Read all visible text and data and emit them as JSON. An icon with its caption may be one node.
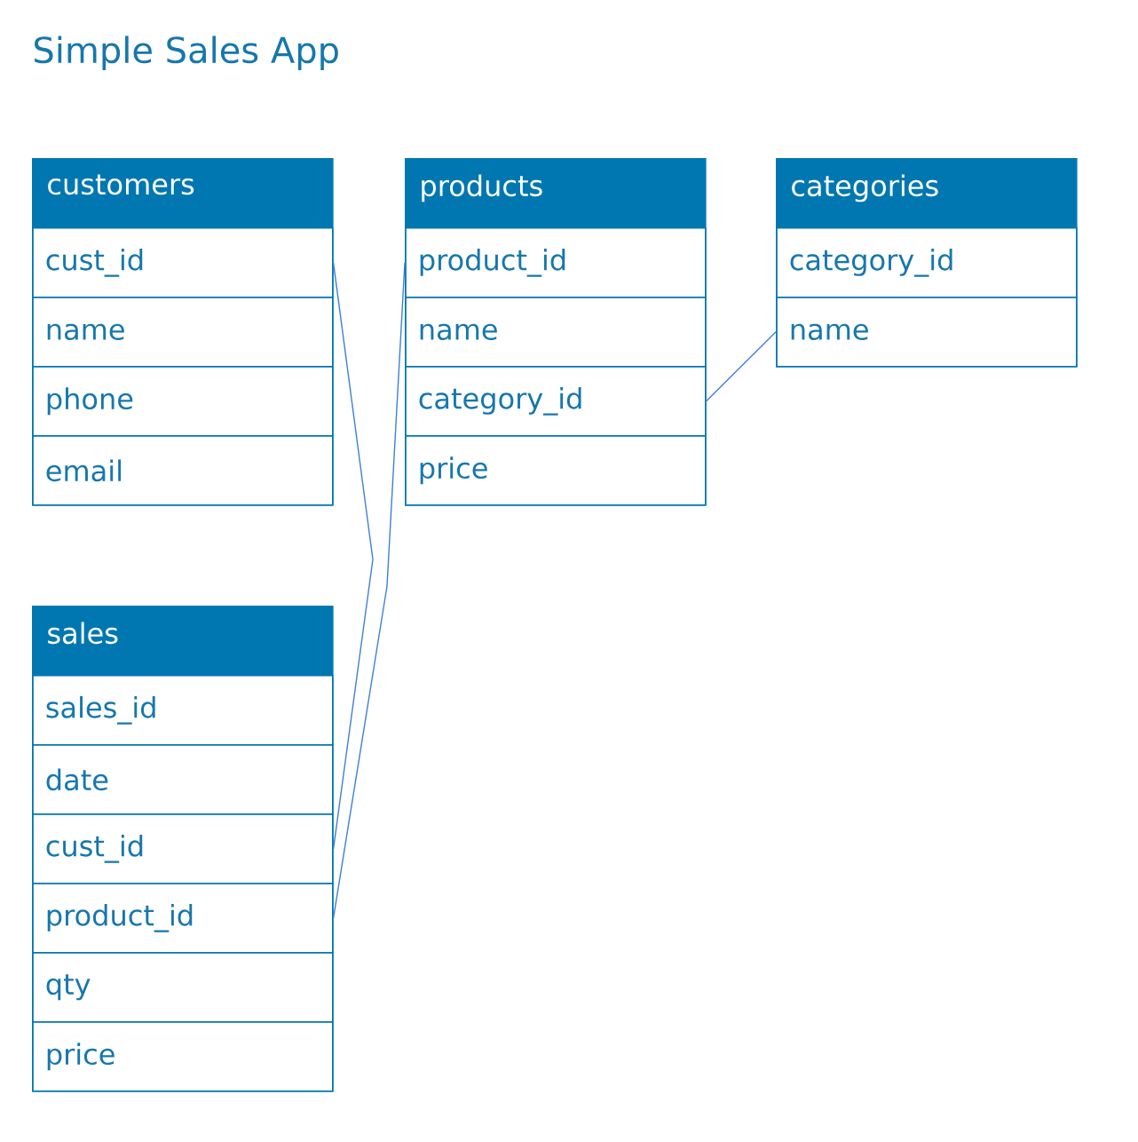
{
  "diagram": {
    "title": "Simple Sales App",
    "nodes": [
      {
        "text": [
          "customers"
        ]
      },
      {
        "text": [
          "cust_id"
        ],
        "in": 0
      },
      {
        "text": [
          "name"
        ],
        "in": 0
      },
      {
        "text": [
          "phone"
        ],
        "in": 0
      },
      {
        "text": [
          "email"
        ],
        "in": 0
      },
      {
        "text": [
          "products"
        ]
      },
      {
        "text": [
          "product_id"
        ],
        "in": 5
      },
      {
        "text": [
          "name"
        ],
        "in": 5
      },
      {
        "text": [
          "category_id"
        ],
        "in": 5
      },
      {
        "text": [
          "price"
        ],
        "in": 5
      },
      {
        "text": [
          "categories"
        ]
      },
      {
        "text": [
          "category_id"
        ],
        "in": 10
      },
      {
        "text": [
          "name"
        ],
        "in": 10
      },
      {
        "text": [
          "sales"
        ]
      },
      {
        "text": [
          "sales_id"
        ],
        "in": 13
      },
      {
        "text": [
          "date"
        ],
        "in": 13
      },
      {
        "text": [
          "cust_id"
        ],
        "in": 13
      },
      {
        "text": [
          "product_id"
        ],
        "in": 13
      },
      {
        "text": [
          "qty"
        ],
        "in": 13
      },
      {
        "text": [
          "price"
        ],
        "in": 13
      }
    ],
    "edges": [
      {
        "from": 1,
        "to": 16,
        "arrow": "none"
      },
      {
        "from": 6,
        "to": 17,
        "arrow": "none"
      },
      {
        "from": 12,
        "to": 8,
        "arrow": "none"
      }
    ]
  }
}
